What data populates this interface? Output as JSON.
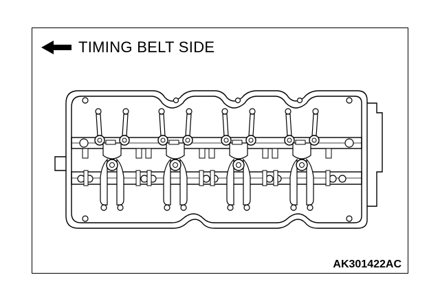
{
  "figure": {
    "direction_label": "TIMING BELT SIDE",
    "figure_code": "AK301422AC"
  },
  "icons": {
    "direction_arrow": "arrow-left-icon"
  },
  "drawing": {
    "subject": "cylinder-head-rocker-arm-assembly",
    "rocker_groups": 4,
    "line_color": "#000000",
    "fill_color": "#ffffff"
  }
}
